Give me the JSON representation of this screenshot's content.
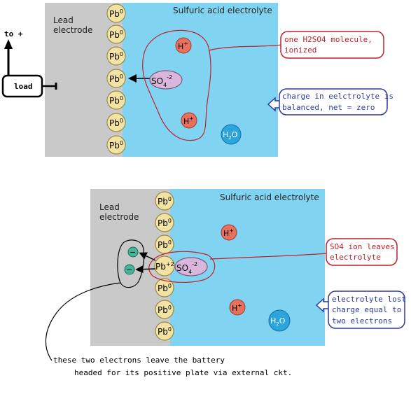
{
  "top": {
    "electrode_label_line1": "Lead",
    "electrode_label_line2": "electrode",
    "electrolyte_label": "Sulfuric acid electrolyte",
    "pb_atom": {
      "base": "Pb",
      "sup": "0"
    },
    "sulfate": {
      "base": "SO",
      "sub": "4",
      "sup": "-2"
    },
    "hydrogen_1": {
      "base": "H",
      "sup": "+"
    },
    "hydrogen_2": {
      "base": "H",
      "sup": "+"
    },
    "water": {
      "base": "H",
      "sub": "2",
      "after": "O"
    },
    "terminal_label": "to +",
    "load_label": "load",
    "note_molecule_line1": "one H2SO4 molecule,",
    "note_molecule_line2": "ionized",
    "note_charge_line1": "charge in eelctrolyte is",
    "note_charge_line2": "balanced,  net = zero"
  },
  "bottom": {
    "electrode_label_line1": "Lead",
    "electrode_label_line2": "electrode",
    "electrolyte_label": "Sulfuric acid electrolyte",
    "pb_atom": {
      "base": "Pb",
      "sup": "0"
    },
    "pb_ion": {
      "base": "Pb",
      "sup": "+2"
    },
    "sulfate": {
      "base": "SO",
      "sub": "4",
      "sup": "-2"
    },
    "hydrogen_1": {
      "base": "H",
      "sup": "+"
    },
    "hydrogen_2": {
      "base": "H",
      "sup": "+"
    },
    "water": {
      "base": "H",
      "sub": "2",
      "after": "O"
    },
    "electron_symbol": "−",
    "note_leave_line1": "SO4 ion leaves",
    "note_leave_line2": "electrolyte",
    "note_lost_line1": "electrolyte lost",
    "note_lost_line2": "charge equal to",
    "note_lost_line3": "two electrons",
    "caption_line1": "these two electrons leave the battery",
    "caption_line2": "headed for its positive plate via external ckt."
  },
  "colors": {
    "electrode": "#c9c9c9",
    "electrolyte": "#80d4f2",
    "pb_atom": "#f2e3a4",
    "hydrogen": "#e8705f",
    "water": "#2aa5de",
    "sulfate": "#dab6dc",
    "electron": "#46b49a",
    "red_note": "#c0212b",
    "blue_note": "#2b3a9c"
  }
}
